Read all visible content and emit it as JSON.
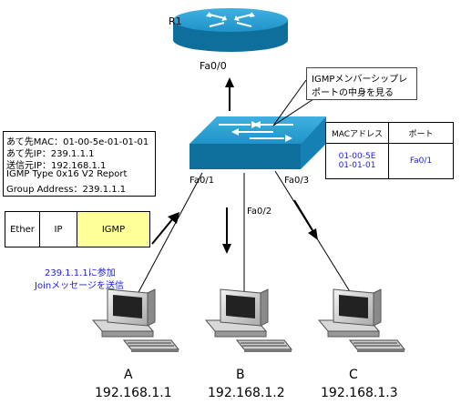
{
  "router": {
    "label": "R1",
    "port": "Fa0/0"
  },
  "switch": {
    "ports": [
      "Fa0/1",
      "Fa0/2",
      "Fa0/3"
    ]
  },
  "callout": {
    "lines": [
      "IGMPメンバーシップレ",
      "ポートの中身を見る"
    ]
  },
  "mac_table": {
    "headers": [
      "MACアドレス",
      "ポート"
    ],
    "rows": [
      {
        "mac_line1": "01-00-5E",
        "mac_line2": "01-01-01",
        "port": "Fa0/1"
      }
    ]
  },
  "packet_info": {
    "lines": [
      "あて先MAC：01-00-5e-01-01-01",
      "あて先IP：239.1.1.1",
      "送信元IP：192.168.1.1",
      "IGMP Type 0x16 V2 Report",
      "Group Address：239.1.1.1"
    ]
  },
  "frame": {
    "fields": [
      "Ether",
      "IP",
      "IGMP"
    ],
    "highlight_color": "#ffff99"
  },
  "join_note": {
    "lines": [
      "239.1.1.1に参加",
      "Joinメッセージを送信"
    ]
  },
  "hosts": [
    {
      "name": "A",
      "ip": "192.168.1.1"
    },
    {
      "name": "B",
      "ip": "192.168.1.2"
    },
    {
      "name": "C",
      "ip": "192.168.1.3"
    }
  ],
  "colors": {
    "device_blue": "#1f93c9",
    "device_dark": "#0f6f9c",
    "note_text": "#1c1cdc"
  }
}
